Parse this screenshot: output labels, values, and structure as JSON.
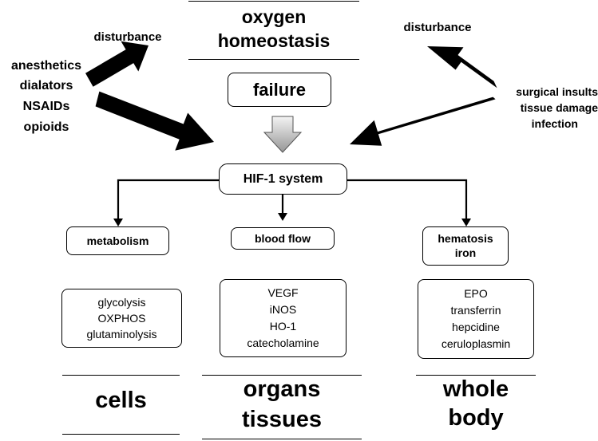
{
  "header": {
    "title_line1": "oxygen",
    "title_line2": "homeostasis",
    "failure": "failure"
  },
  "left": {
    "disturbance": "disturbance",
    "causes": [
      "anesthetics",
      "dialators",
      "NSAIDs",
      "opioids"
    ]
  },
  "right": {
    "disturbance": "disturbance",
    "causes": [
      "surgical insults",
      "tissue damage",
      "infection"
    ]
  },
  "hif": "HIF-1 system",
  "branches": [
    {
      "label_lines": [
        "metabolism"
      ],
      "items": [
        "glycolysis",
        "OXPHOS",
        "glutaminolysis"
      ],
      "level_lines": [
        "cells"
      ]
    },
    {
      "label_lines": [
        "blood flow"
      ],
      "items": [
        "VEGF",
        "iNOS",
        "HO-1",
        "catecholamine"
      ],
      "level_lines": [
        "organs",
        "tissues"
      ]
    },
    {
      "label_lines": [
        "hematosis",
        "iron"
      ],
      "items": [
        "EPO",
        "transferrin",
        "hepcidine",
        "ceruloplasmin"
      ],
      "level_lines": [
        "whole",
        "body"
      ]
    }
  ],
  "colors": {
    "arrow_fill": "#000000",
    "gray_arrow_top": "#f2f2f2",
    "gray_arrow_bottom": "#9a9a9a"
  }
}
